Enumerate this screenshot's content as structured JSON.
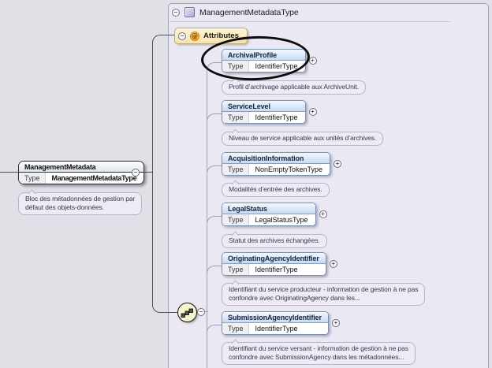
{
  "icons": {
    "collapse": "−",
    "expand": "+",
    "at": "@",
    "compositor": "sequence",
    "complex_type": "complex-type-square"
  },
  "labels": {
    "type": "Type"
  },
  "panel": {
    "title": "ManagementMetadataType",
    "attributes_label": "Attributes"
  },
  "root_element": {
    "name": "ManagementMetadata",
    "type": "ManagementMetadataType",
    "description": "Bloc des métadonnées de gestion par\ndéfaut des objets-données."
  },
  "elements": [
    {
      "name": "ArchivalProfile",
      "type": "IdentifierType",
      "description": "Profil d’archivage applicable aux ArchiveUnit.",
      "highlighted": true
    },
    {
      "name": "ServiceLevel",
      "type": "IdentifierType",
      "description": "Niveau de service applicable aux unités d’archives.",
      "highlighted": false
    },
    {
      "name": "AcquisitionInformation",
      "type": "NonEmptyTokenType",
      "description": "Modalités d’entrée des archives.",
      "highlighted": false
    },
    {
      "name": "LegalStatus",
      "type": "LegalStatusType",
      "description": "Statut des archives échangées.",
      "highlighted": false
    },
    {
      "name": "OriginatingAgencyIdentifier",
      "type": "IdentifierType",
      "description": "Identifiant du service producteur - information de gestion à ne pas\nconfondre avec OriginatingAgency dans les...",
      "highlighted": false
    },
    {
      "name": "SubmissionAgencyIdentifier",
      "type": "IdentifierType",
      "description": "Identifiant du service versant - information de gestion à ne pas\nconfondre avec SubmissionAgency dans les métadonnées...",
      "highlighted": false
    }
  ]
}
